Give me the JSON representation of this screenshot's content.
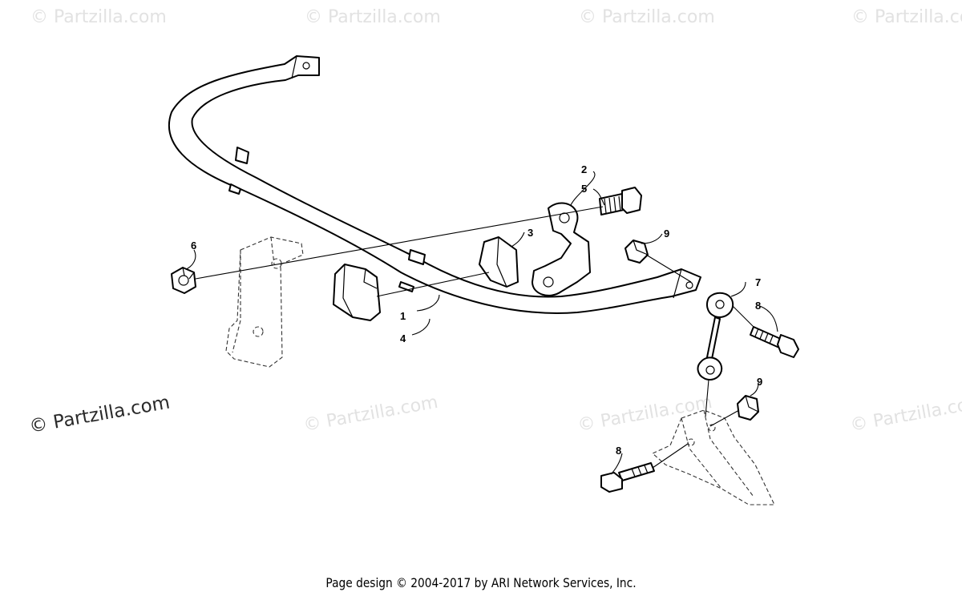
{
  "watermark": {
    "text": "© Partzilla.com"
  },
  "callouts": {
    "c1": "1",
    "c2": "2",
    "c3": "3",
    "c4": "4",
    "c5": "5",
    "c6": "6",
    "c7": "7",
    "c8a": "8",
    "c8b": "8",
    "c9a": "9",
    "c9b": "9"
  },
  "footer": {
    "text": "Page design © 2004-2017 by ARI Network Services, Inc."
  }
}
